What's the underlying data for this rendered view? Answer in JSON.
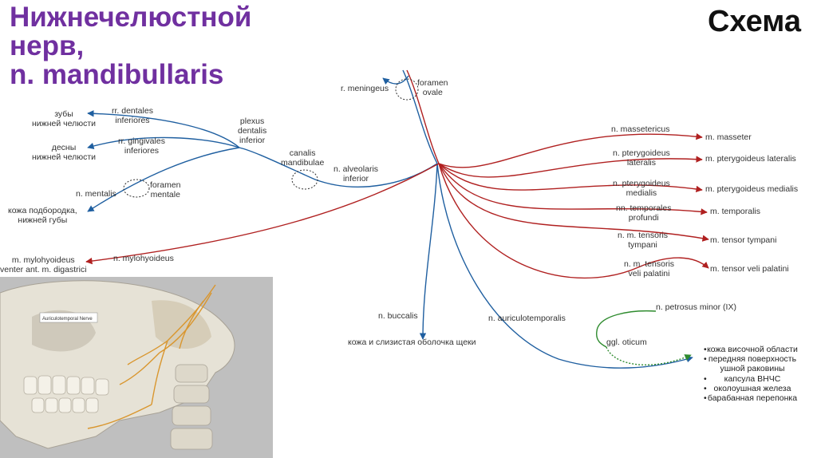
{
  "title": {
    "line1": "Нижнечелюстной",
    "line2": "нерв,",
    "line3": "n. mandibullaris"
  },
  "schema_label": "Схема",
  "colors": {
    "title": "#7030a0",
    "sensory": "#1f5fa0",
    "motor": "#b02020",
    "parasympathetic": "#2e8b2e"
  },
  "labels": {
    "r_meningeus": "r. meningeus",
    "foramen_ovale_1": "foramen",
    "foramen_ovale_2": "ovale",
    "teeth_1": "зубы",
    "teeth_2": "нижней челюсти",
    "rr_dentales_1": "rr. dentales",
    "rr_dentales_2": "inferiores",
    "plexus_1": "plexus",
    "plexus_2": "dentalis",
    "plexus_3": "inferior",
    "gums_1": "десны",
    "gums_2": "нижней челюсти",
    "rr_gingivales_1": "rr. gingivales",
    "rr_gingivales_2": "inferiores",
    "canalis_1": "canalis",
    "canalis_2": "mandibulae",
    "n_mentalis": "n. mentalis",
    "foramen_mentale_1": "foramen",
    "foramen_mentale_2": "mentale",
    "n_alveolaris_1": "n. alveolaris",
    "n_alveolaris_2": "inferior",
    "chin_skin_1": "кожа подбородка,",
    "chin_skin_2": "нижней губы",
    "m_mylohyoideus_1": "m. mylohyoideus",
    "m_mylohyoideus_2": "venter ant. m. digastrici",
    "n_mylohyoideus": "n. mylohyoideus",
    "n_massetericus": "n. massetericus",
    "m_masseter": "m. masseter",
    "n_pteryg_lat_1": "n. pterygoideus",
    "n_pteryg_lat_2": "lateralis",
    "m_pteryg_lat": "m. pterygoideus lateralis",
    "n_pteryg_med_1": "n. pterygoideus",
    "n_pteryg_med_2": "medialis",
    "m_pteryg_med": "m. pterygoideus medialis",
    "nn_temporales_1": "nn. temporales",
    "nn_temporales_2": "profundi",
    "m_temporalis": "m. temporalis",
    "n_tensoris_tymp_1": "n. m. tensoris",
    "n_tensoris_tymp_2": "tympani",
    "m_tensor_tymp": "m. tensor tympani",
    "n_tensoris_veli_1": "n. m. tensoris",
    "n_tensoris_veli_2": "veli palatini",
    "m_tensor_veli": "m. tensor veli palatini",
    "n_buccalis": "n. buccalis",
    "cheek": "кожа и слизистая оболочка щеки",
    "n_auriculotemporalis": "n. auriculotemporalis",
    "n_petrosus": "n. petrosus minor (IX)",
    "ggl_oticum": "ggl. oticum",
    "illustration_caption": "Auriculotemporal Nerve"
  },
  "auriculotemporal_targets": [
    "кожа височной области",
    "передняя поверхность",
    "ушной раковины",
    "капсула ВНЧС",
    "околоушная железа",
    "барабанная перепонка"
  ],
  "bullet_flags": [
    true,
    true,
    false,
    true,
    true,
    true
  ]
}
